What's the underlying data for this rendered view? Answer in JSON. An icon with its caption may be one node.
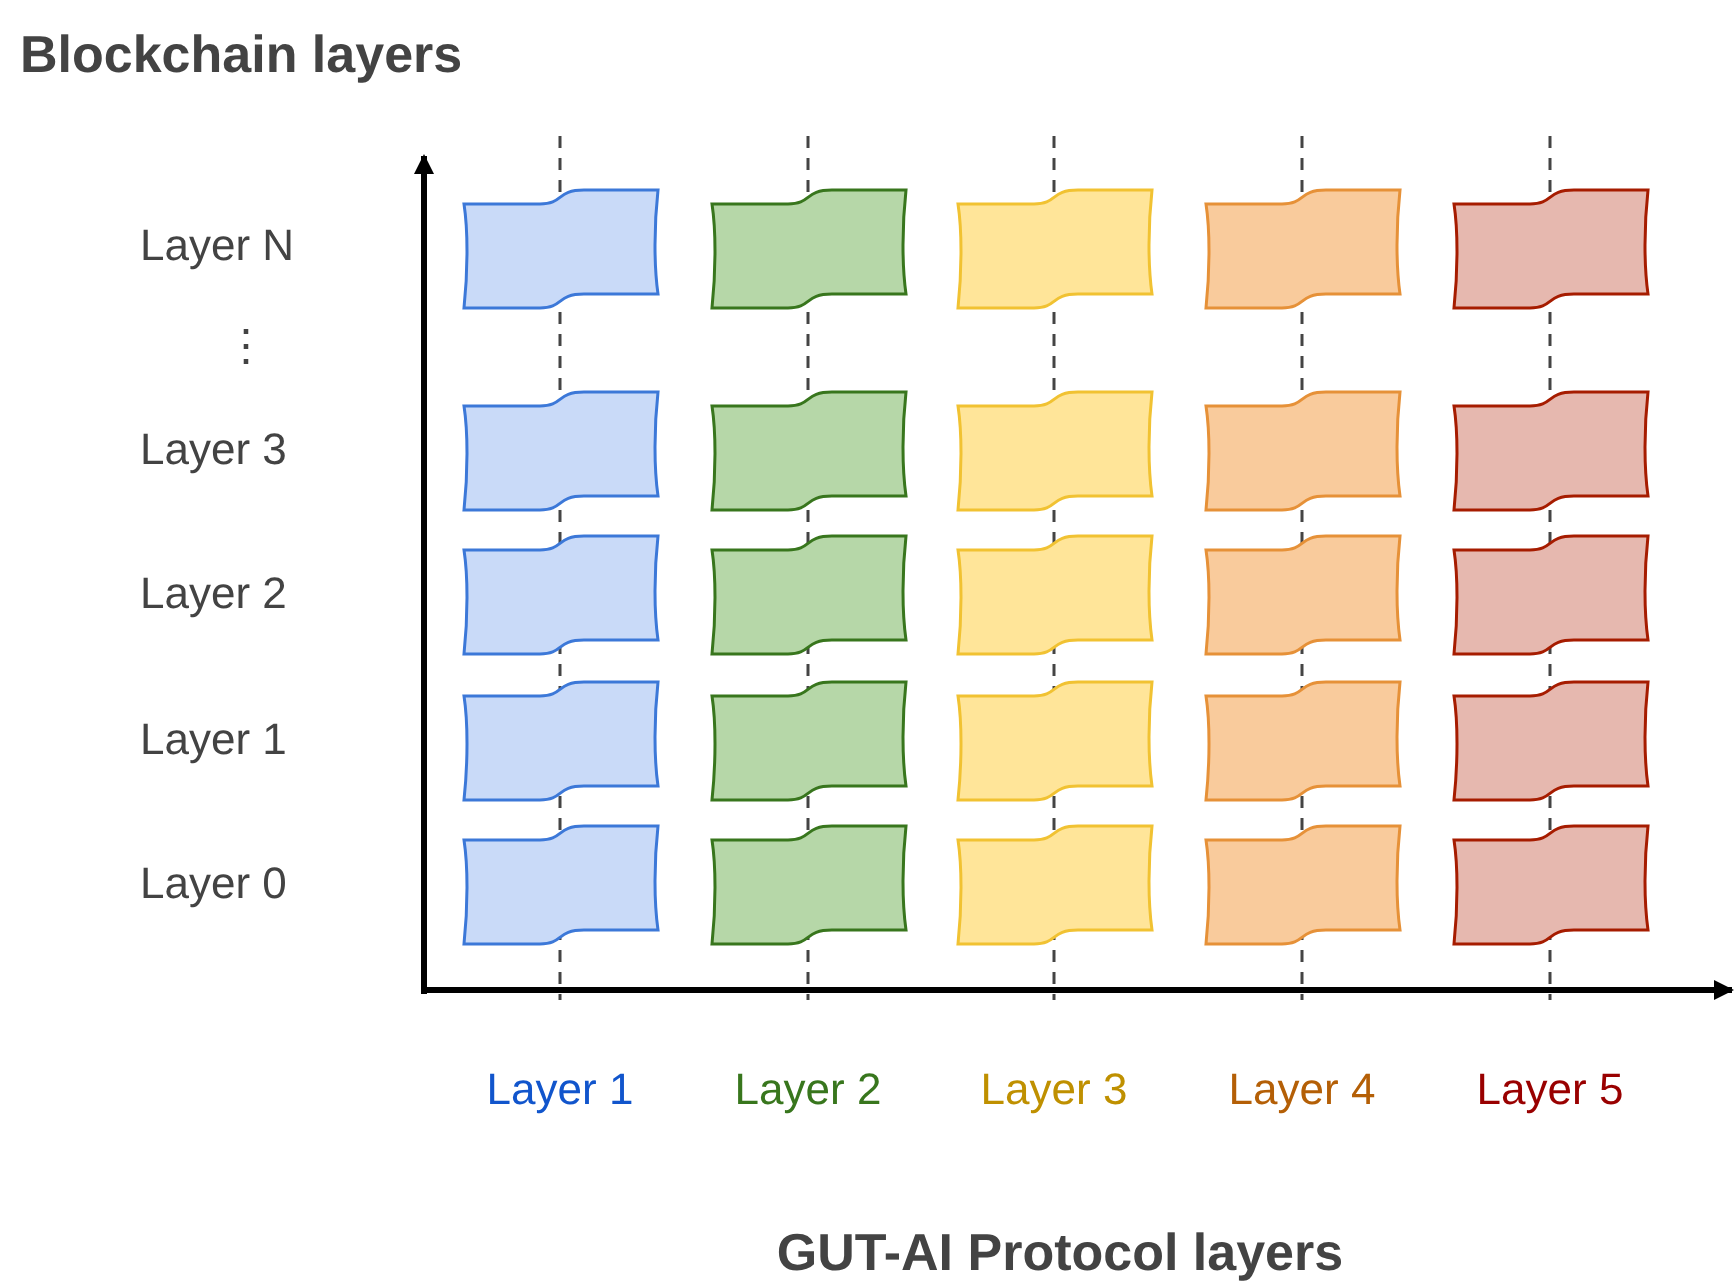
{
  "diagram": {
    "nodes": [
      {
        "text": [],
        "shape": "flag"
      },
      {
        "text": [],
        "shape": "flag"
      },
      {
        "text": [],
        "shape": "flag"
      },
      {
        "text": [],
        "shape": "flag"
      },
      {
        "text": [],
        "shape": "flag"
      },
      {
        "text": [],
        "shape": "flag"
      },
      {
        "text": [],
        "shape": "flag"
      },
      {
        "text": [],
        "shape": "flag"
      },
      {
        "text": [],
        "shape": "flag"
      },
      {
        "text": [],
        "shape": "flag"
      },
      {
        "text": [],
        "shape": "flag"
      },
      {
        "text": [],
        "shape": "flag"
      },
      {
        "text": [],
        "shape": "flag"
      },
      {
        "text": [],
        "shape": "flag"
      },
      {
        "text": [],
        "shape": "flag"
      },
      {
        "text": [],
        "shape": "flag"
      },
      {
        "text": [],
        "shape": "flag"
      },
      {
        "text": [],
        "shape": "flag"
      },
      {
        "text": [],
        "shape": "flag"
      },
      {
        "text": [],
        "shape": "flag"
      },
      {
        "text": [],
        "shape": "flag"
      },
      {
        "text": [],
        "shape": "flag"
      },
      {
        "text": [],
        "shape": "flag"
      },
      {
        "text": [],
        "shape": "flag"
      },
      {
        "text": [],
        "shape": "flag"
      }
    ],
    "labels": [
      "Blockchain layers",
      "Layer N",
      "⋮",
      "Layer 3",
      "Layer 2",
      "Layer 1",
      "Layer 0",
      "Layer 1",
      "Layer 2",
      "Layer 3",
      "Layer 4",
      "Layer 5",
      "GUT-AI Protocol layers"
    ]
  }
}
